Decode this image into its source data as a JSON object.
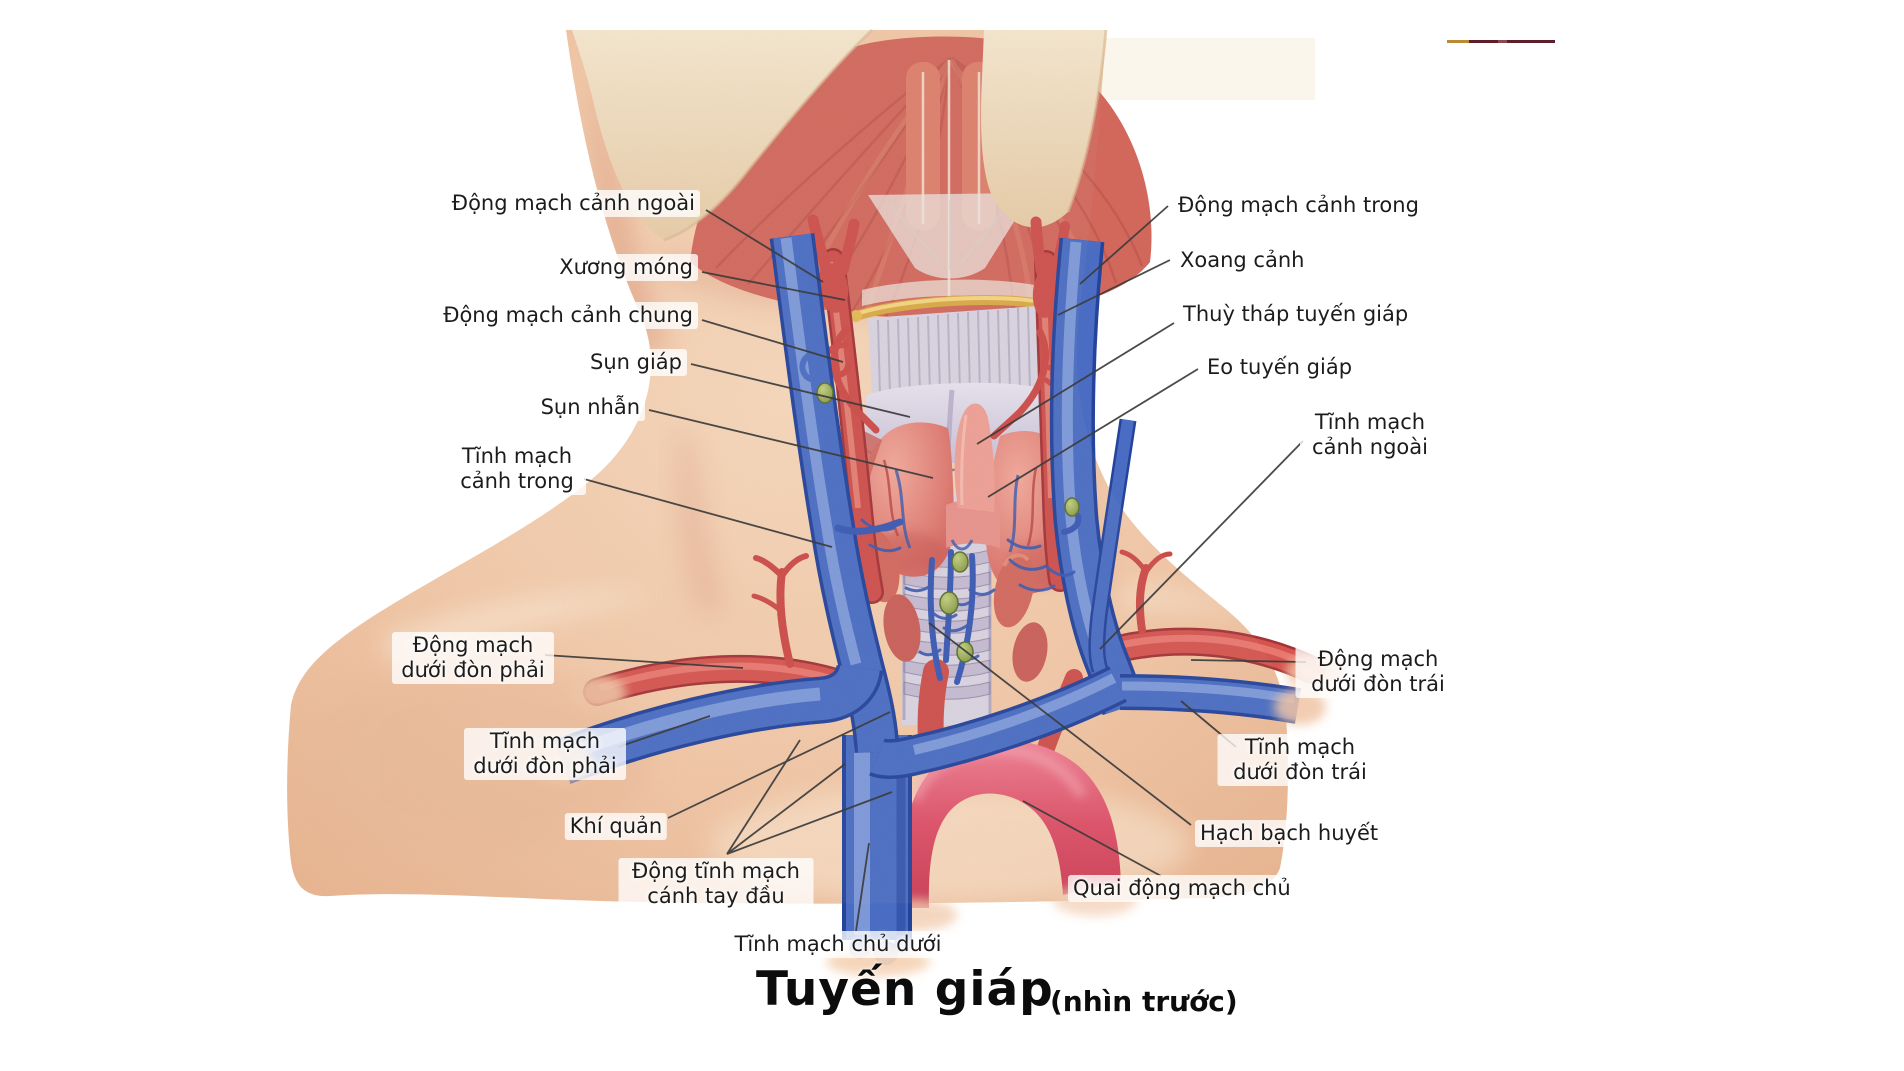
{
  "figure": {
    "title": "Tuyến giáp",
    "title_suffix": "(nhìn trước)",
    "labels_left": [
      "Động mạch cảnh ngoài",
      "Xương móng",
      "Động mạch cảnh chung",
      "Sụn giáp",
      "Sụn nhẫn",
      "Tĩnh mạch cảnh trong",
      "Động mạch dưới đòn phải",
      "Tĩnh mạch dưới đòn phải",
      "Khí quản",
      "Động tĩnh mạch cánh tay đầu",
      "Tĩnh mạch chủ dưới"
    ],
    "labels_right": [
      "Động mạch cảnh trong",
      "Xoang cảnh",
      "Thuỳ tháp tuyến giáp",
      "Eo tuyến giáp",
      "Tĩnh mạch cảnh ngoài",
      "Động mạch dưới đòn trái",
      "Tĩnh mạch dưới đòn trái",
      "Hạch bạch huyết",
      "Quai động mạch chủ"
    ],
    "colors": {
      "artery_red": "#ce4f4b",
      "vein_blue": "#4a6cc2",
      "aorta_red": "#d94b62",
      "thyroid_pink": "#e28a80",
      "cartilage_gray": "#d5cde0",
      "hyoid_gold": "#e0b050",
      "lymph_green": "#9cb054",
      "skin": "#f2c9a9",
      "muscle": "#d2685c",
      "label_text": "#1c1c1c"
    }
  }
}
